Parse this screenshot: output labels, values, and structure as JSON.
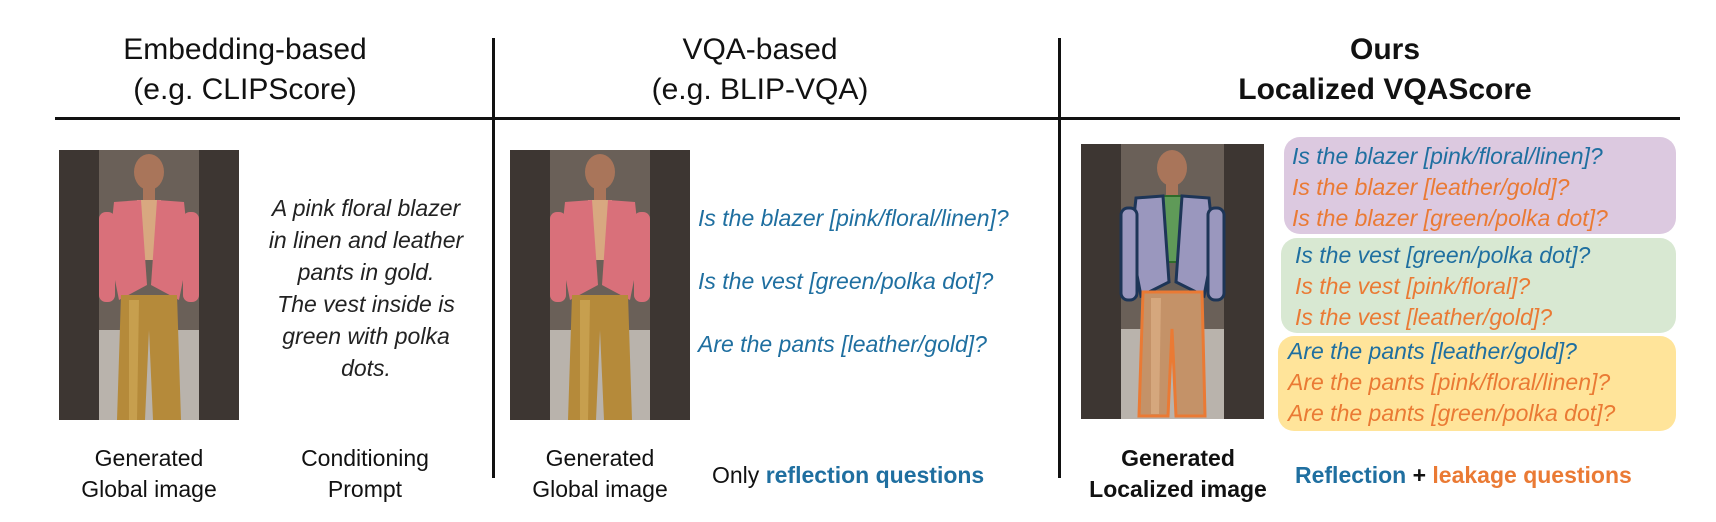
{
  "columns": {
    "embedding": {
      "title_line1": "Embedding-based",
      "title_line2": "(e.g. CLIPScore)",
      "prompt_lines": [
        "A pink floral blazer",
        "in linen and leather",
        "pants in gold.",
        "The vest inside is",
        "green with polka",
        "dots."
      ],
      "caption_image_line1": "Generated",
      "caption_image_line2": "Global image",
      "caption_prompt_line1": "Conditioning",
      "caption_prompt_line2": "Prompt"
    },
    "vqa": {
      "title_line1": "VQA-based",
      "title_line2": "(e.g. BLIP-VQA)",
      "questions": [
        "Is the blazer [pink/floral/linen]?",
        "Is the vest [green/polka dot]?",
        "Are the pants [leather/gold]?"
      ],
      "caption_image_line1": "Generated",
      "caption_image_line2": "Global image",
      "legend_prefix": "Only ",
      "legend_highlight": "reflection questions"
    },
    "ours": {
      "title_line1": "Ours",
      "title_line2": "Localized VQAScore",
      "groups": {
        "blazer": [
          {
            "text": "Is the blazer [pink/floral/linen]?",
            "kind": "reflection"
          },
          {
            "text": "Is the blazer [leather/gold]?",
            "kind": "leakage"
          },
          {
            "text": "Is the blazer [green/polka dot]?",
            "kind": "leakage"
          }
        ],
        "vest": [
          {
            "text": "Is the vest [green/polka dot]?",
            "kind": "reflection"
          },
          {
            "text": "Is the vest [pink/floral]?",
            "kind": "leakage"
          },
          {
            "text": "Is the vest [leather/gold]?",
            "kind": "leakage"
          }
        ],
        "pants": [
          {
            "text": "Are the pants [leather/gold]?",
            "kind": "reflection"
          },
          {
            "text": "Are the pants [pink/floral/linen]?",
            "kind": "leakage"
          },
          {
            "text": "Are the pants [green/polka dot]?",
            "kind": "leakage"
          }
        ]
      },
      "caption_image_line1": "Generated",
      "caption_image_line2": "Localized image",
      "legend_reflection": "Reflection",
      "legend_plus": " + ",
      "legend_leakage": "leakage questions"
    }
  },
  "colors": {
    "reflection": "#1f6fa0",
    "leakage": "#ea7a34",
    "blazer_box": "#dcc9e0",
    "vest_box": "#d8e8d2",
    "pants_box": "#ffe49a"
  }
}
